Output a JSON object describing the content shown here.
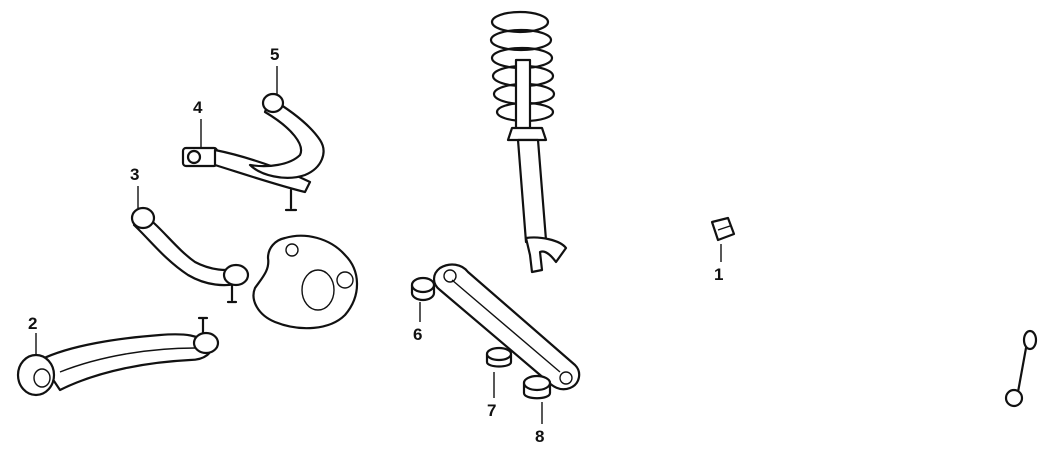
{
  "colors": {
    "line": "#111111",
    "background": "#ffffff"
  },
  "callouts": [
    {
      "id": "1",
      "label": "1"
    },
    {
      "id": "2",
      "label": "2"
    },
    {
      "id": "3",
      "label": "3"
    },
    {
      "id": "4",
      "label": "4"
    },
    {
      "id": "5",
      "label": "5"
    },
    {
      "id": "6",
      "label": "6"
    },
    {
      "id": "7",
      "label": "7"
    },
    {
      "id": "8",
      "label": "8"
    }
  ]
}
